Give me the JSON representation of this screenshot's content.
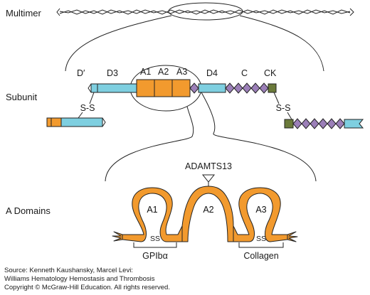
{
  "labels": {
    "multimer": "Multimer",
    "subunit": "Subunit",
    "a_domains": "A Domains"
  },
  "subunit_domains": {
    "d_prime": "D′",
    "d3": "D3",
    "a1": "A1",
    "a2": "A2",
    "a3": "A3",
    "d4": "D4",
    "c": "C",
    "ck": "CK"
  },
  "bonds": {
    "left": "S-S",
    "right": "S-S"
  },
  "a_domain_detail": {
    "protease": "ADAMTS13",
    "a1": "A1",
    "a2": "A2",
    "a3": "A3",
    "ss_left": "SS",
    "ss_right": "SS",
    "ligand_a1": "GPIbα",
    "ligand_a3": "Collagen"
  },
  "source": {
    "line1": "Source: Kenneth Kaushansky, Marcel Levi:",
    "line2": "Williams Hematology Hemostasis and Thrombosis",
    "line3": "Copyright © McGraw-Hill Education. All rights reserved."
  },
  "colors": {
    "cyan": "#7ecfe0",
    "orange": "#f29a2e",
    "purple": "#9b7fb8",
    "olive": "#6b7a3a",
    "line": "#222222"
  }
}
